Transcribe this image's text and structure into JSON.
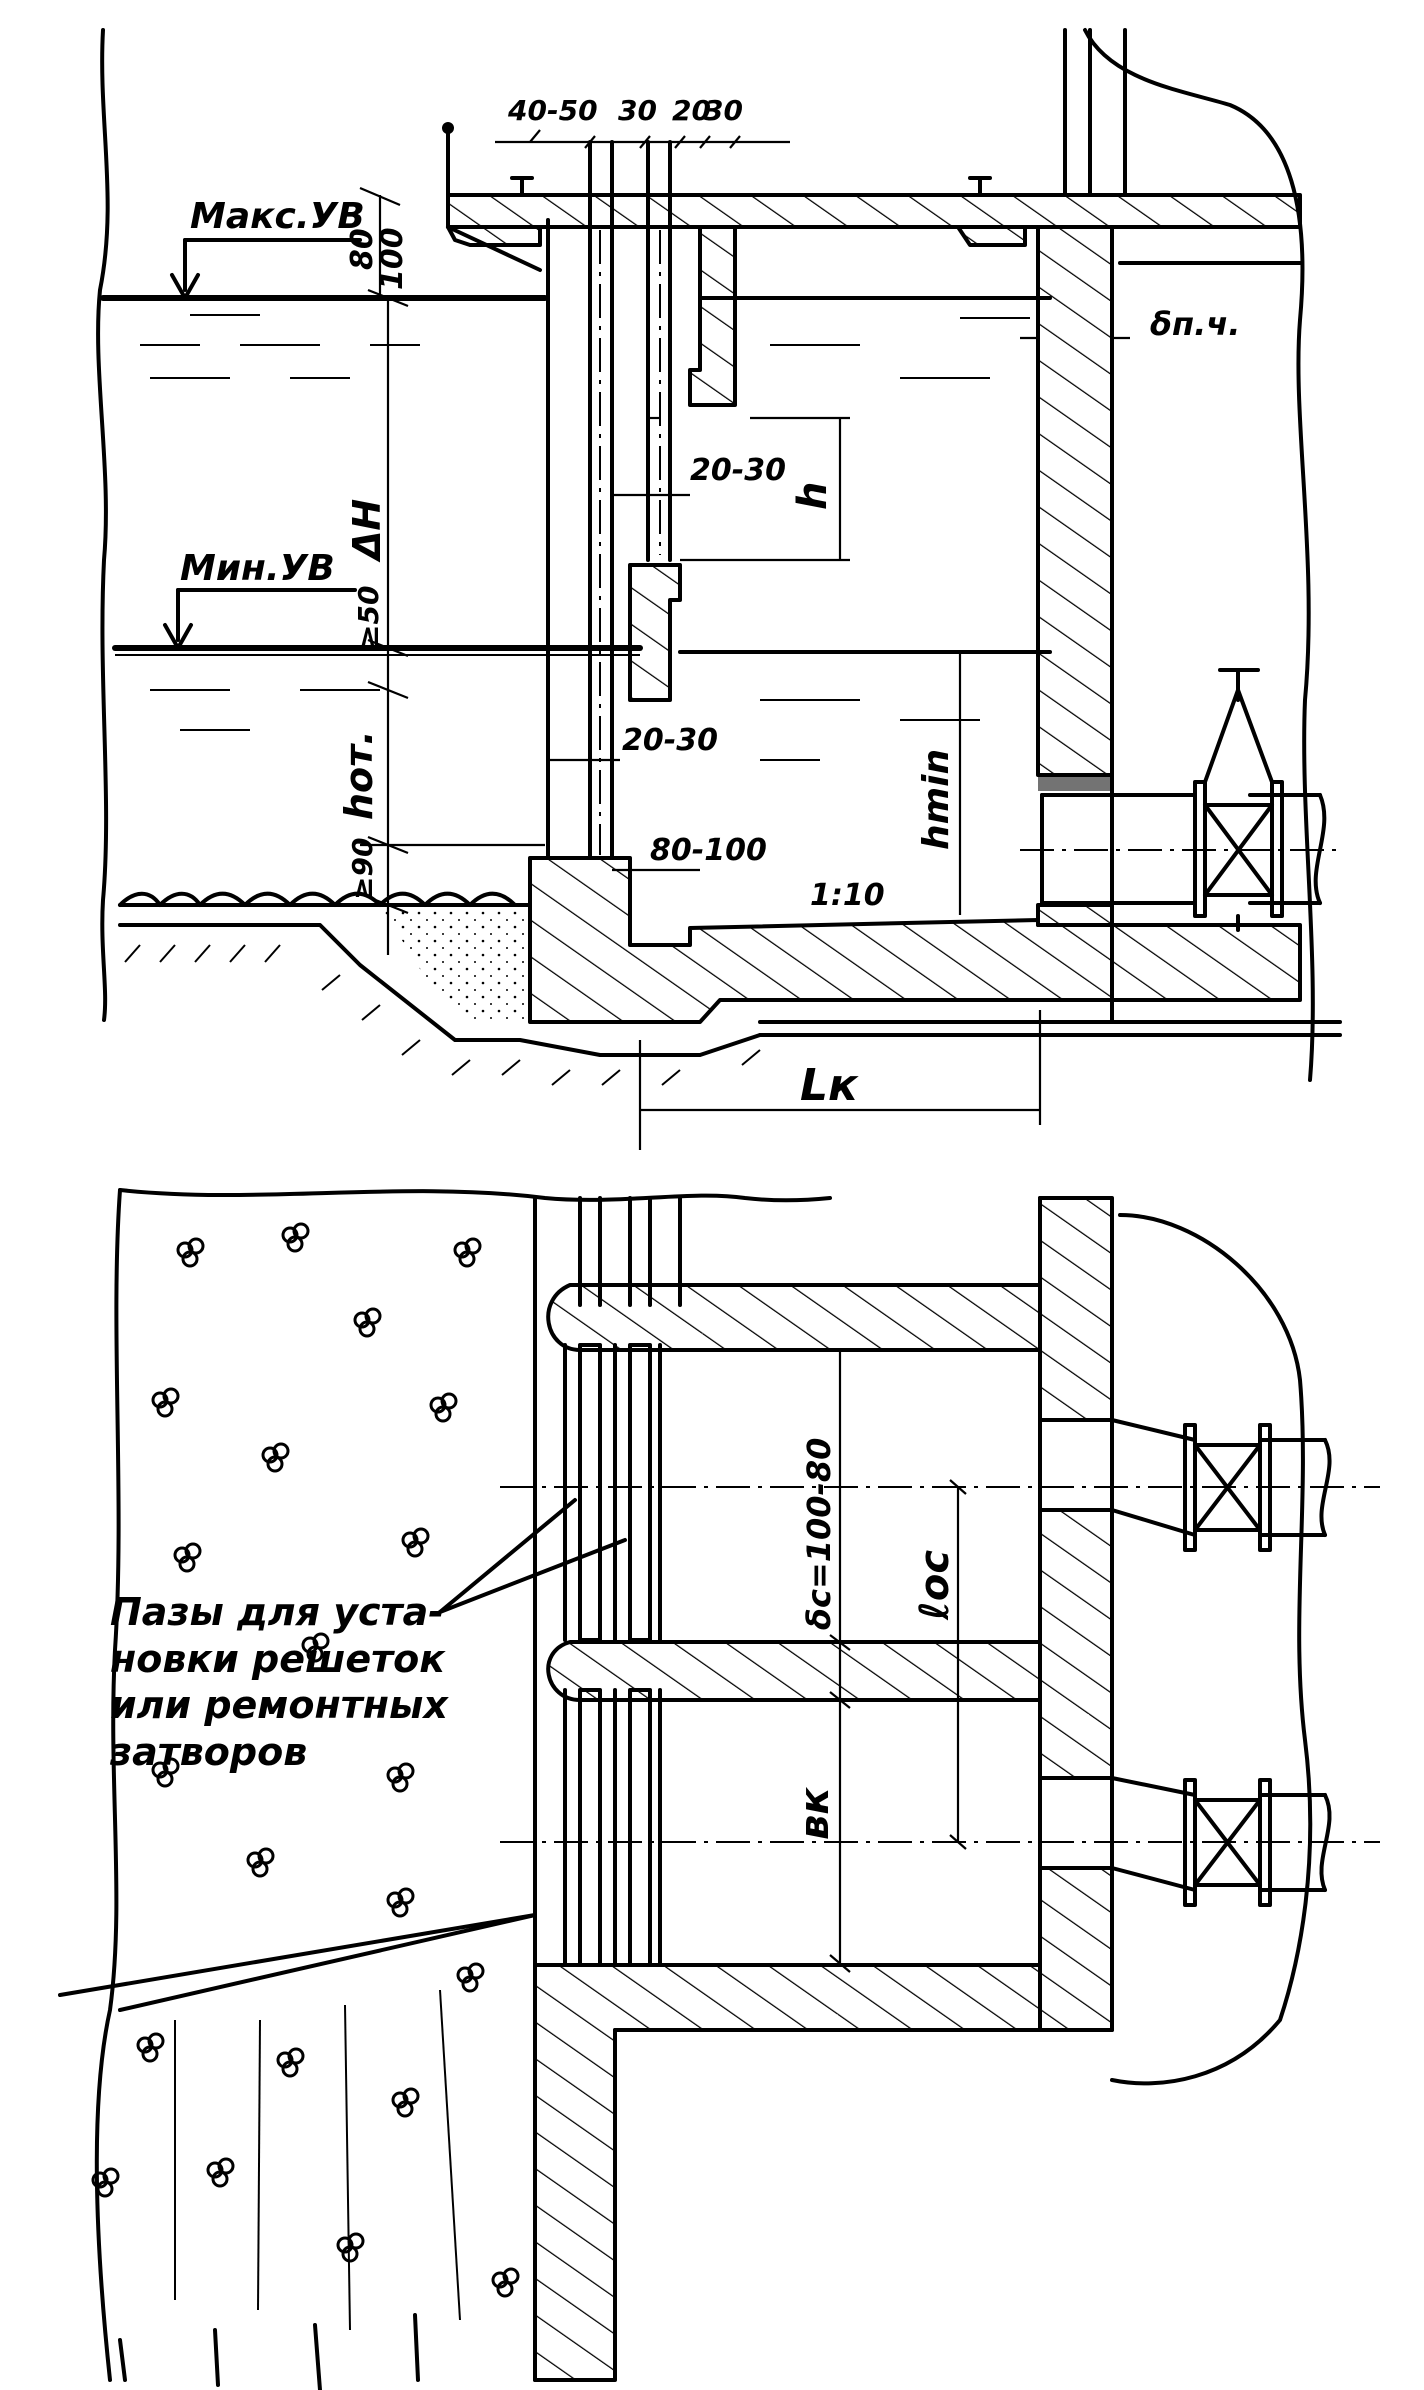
{
  "section": {
    "max_water_level": "Макс.УВ",
    "min_water_level": "Мин.УВ",
    "dim_80": "80",
    "dim_100": "100",
    "dim_40_50": "40-50",
    "dim_30a": "30",
    "dim_20": "20",
    "dim_30b": "30",
    "delta_h": "ΔH",
    "dim_ge50": "≥50",
    "h_ot": "hот.",
    "dim_ge90": "≥90",
    "dim_20_30_upper": "20-30",
    "dim_20_30_lower": "20-30",
    "dim_h": "h",
    "dim_80_100": "80-100",
    "slope": "1:10",
    "h_min": "hmin",
    "wall_thickness": "δп.ч.",
    "length_k": "Lк"
  },
  "plan": {
    "grooves_note": [
      "Пазы для уста-",
      "новки решеток",
      "или ремонтных",
      "затворов"
    ],
    "delta_c": "δс=100-80",
    "l_oc": "ℓос",
    "b_k": "вк"
  }
}
